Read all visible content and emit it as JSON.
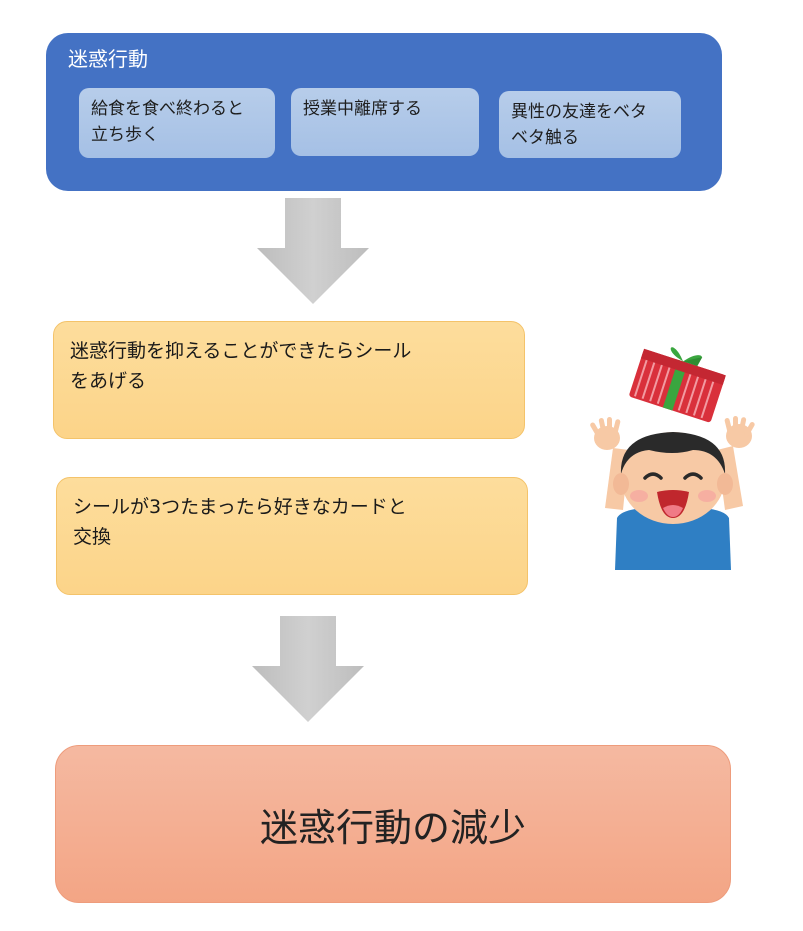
{
  "behavior_group": {
    "title": "迷惑行動",
    "items": [
      {
        "line1": "給食を食べ終わると",
        "line2": "立ち歩く"
      },
      {
        "line1": "授業中離席する",
        "line2": ""
      },
      {
        "line1": "異性の友達をベタ",
        "line2": "ベタ触る"
      }
    ]
  },
  "steps": [
    {
      "line1": "迷惑行動を抑えることができたらシール",
      "line2": "をあげる"
    },
    {
      "line1": "シールが3つたまったら好きなカードと",
      "line2": "交換"
    }
  ],
  "result": {
    "label": "迷惑行動の減少"
  },
  "colors": {
    "group_blue": "#4472c4",
    "item_blue": "#b0c8e8",
    "step_orange": "#fdd891",
    "result_salmon": "#f4ae93",
    "arrow_gray": "#c6c6c6"
  },
  "icons": {
    "arrows": "down-arrow-icon",
    "illustration": "child-with-gift-illustration"
  }
}
